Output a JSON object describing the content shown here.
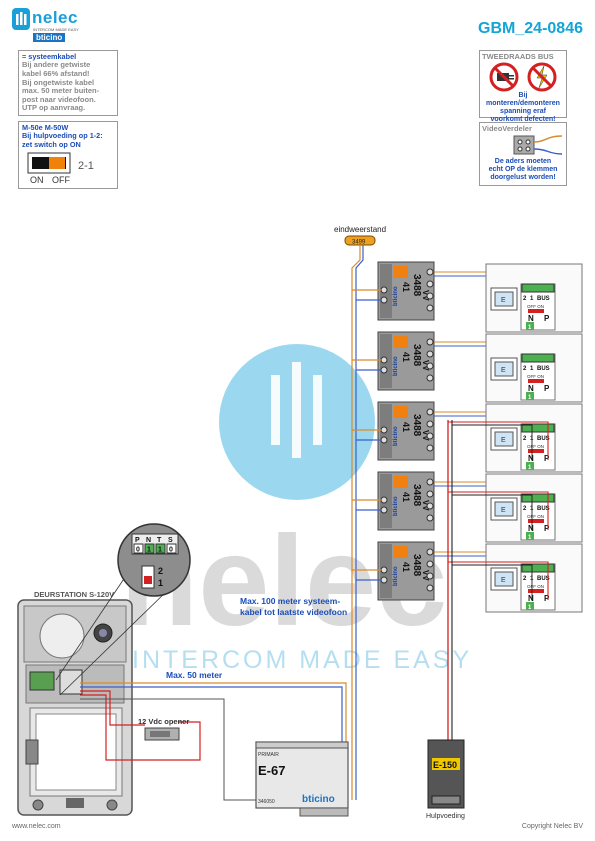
{
  "header": {
    "brand": "nelec",
    "tagline": "INTERCOM MADE EASY",
    "sub_brand": "bticino",
    "doc_code": "GBM_24-0846"
  },
  "notes": {
    "system_cable": {
      "title": "= systeemkabel",
      "lines": [
        "Bij andere getwiste",
        "kabel 66% afstand!",
        "Bij ongetwiste kabel",
        "max. 50 meter buiten-",
        "post naar videofoon.",
        "UTP op aanvraag."
      ]
    },
    "power_switch": {
      "lines": [
        "M-50e  M-50W",
        "Bij hulpvoeding op 1-2:",
        "zet switch op ON"
      ],
      "on_label": "ON",
      "off_label": "OFF",
      "switch_label": "2-1"
    },
    "bus_warning": {
      "title": "TWEEDRAADS BUS",
      "lines": [
        "Bij monteren/demonteren",
        "spanning eraf",
        "voorkomt defecten!"
      ]
    },
    "video_splitter": {
      "title": "VideoVerdeler",
      "lines": [
        "De aders moeten",
        "echt OP de klemmen",
        "doorgelust worden!"
      ]
    }
  },
  "diagram": {
    "end_resistor_label": "eindweerstand",
    "end_resistor_code": "3499",
    "splitter_module": {
      "line1": "3488",
      "line2": "41",
      "line3": "VV"
    },
    "splitter_brand": "bticino",
    "monitor_count": 5,
    "monitor": {
      "screen": "E",
      "bus_t2": "2",
      "bus_t1": "1",
      "bus_label": "BUS",
      "switch_label": "OFF ON",
      "n": "N",
      "p": "P",
      "badge": "1"
    },
    "door_station_label": "DEURSTATION S-120V",
    "door_zoom": {
      "terms": [
        "P",
        "N",
        "T",
        "S"
      ],
      "values": [
        "0",
        "1",
        "1",
        "0"
      ],
      "t2": "2",
      "t1": "1"
    },
    "door_opener_label": "12 Vdc opener",
    "psu_main": {
      "tag": "PRIMAIR",
      "model": "E-67",
      "part": "346050",
      "brand": "bticino"
    },
    "psu_aux": {
      "model": "E-150",
      "label": "Hulpvoeding"
    },
    "cable_note_max100": "Max. 100 meter systeem-\nkabel tot laatste videofoon",
    "cable_note_max100_l1": "Max. 100 meter systeem-",
    "cable_note_max100_l2": "kabel tot laatste videofoon",
    "cable_note_max50": "Max. 50 meter"
  },
  "watermark": {
    "word": "nelec",
    "tagline": "INTERCOM MADE EASY"
  },
  "footer": {
    "website": "www.nelec.com",
    "copyright": "Copyright Nelec BV"
  },
  "colors": {
    "brand_blue": "#14a4d6",
    "note_blue": "#1a4db5",
    "wire_orange": "#d98b2a",
    "wire_blue": "#3a5fcc",
    "wire_red": "#d42020",
    "module_gray": "#888888",
    "psu_yellow": "#f0c800"
  }
}
